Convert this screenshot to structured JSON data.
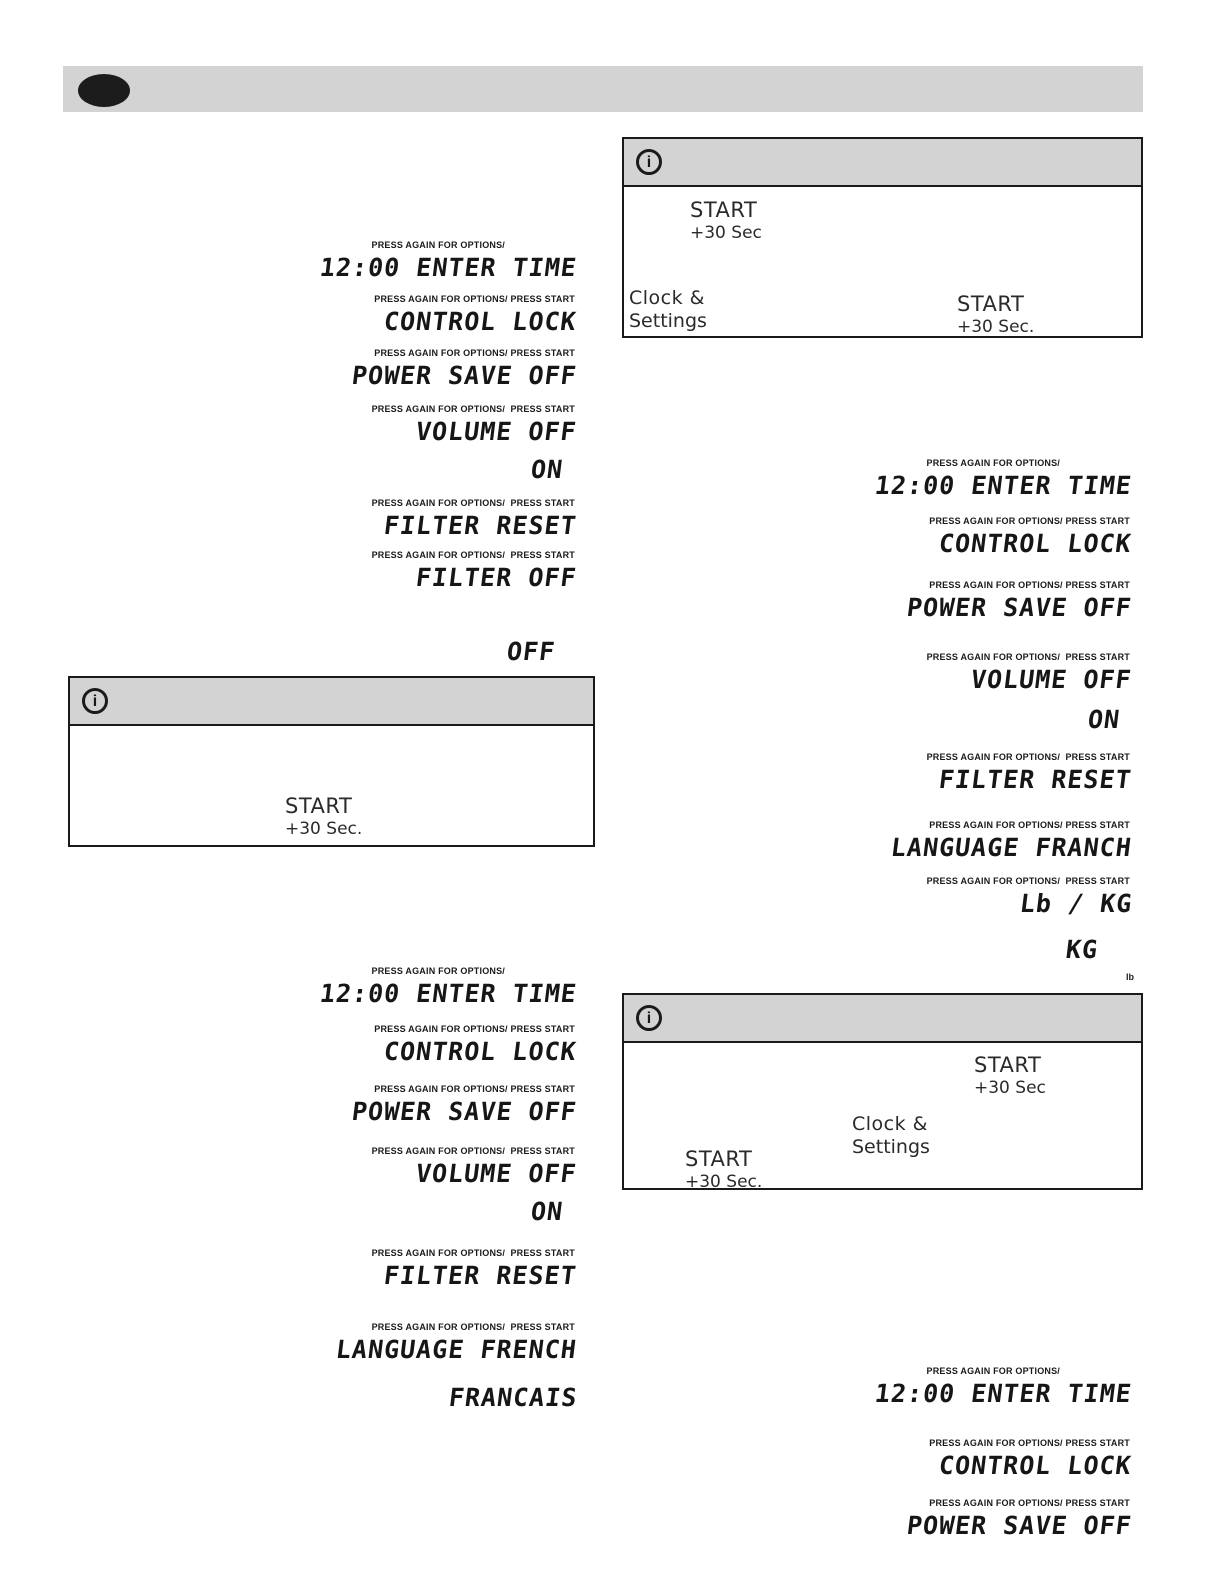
{
  "colors": {
    "header_bar": "#d3d3d3",
    "box_header": "#d3d3d3",
    "border": "#1a1a1a",
    "text": "#1a1a1a"
  },
  "info_boxes": {
    "top_right": {
      "icon": "i",
      "start_plus30": {
        "line1": "START",
        "line2": "+30 Sec"
      },
      "clock_settings": {
        "line1": "Clock &",
        "line2": "Settings"
      },
      "start_plus30_dot": {
        "line1": "START",
        "line2": "+30 Sec."
      }
    },
    "mid_left": {
      "icon": "i",
      "start_plus30_dot": {
        "line1": "START",
        "line2": "+30 Sec."
      }
    },
    "bottom_right": {
      "icon": "i",
      "start_plus30": {
        "line1": "START",
        "line2": "+30 Sec"
      },
      "clock_settings": {
        "line1": "Clock &",
        "line2": "Settings"
      },
      "start_plus30_dot": {
        "line1": "START",
        "line2": "+30 Sec."
      }
    }
  },
  "sequences": {
    "top_left": {
      "items": [
        {
          "caption": "PRESS AGAIN FOR OPTIONS/",
          "text": "12:00 ENTER TIME"
        },
        {
          "caption": "PRESS AGAIN FOR OPTIONS/ PRESS START",
          "text": "CONTROL LOCK"
        },
        {
          "caption": "PRESS AGAIN FOR OPTIONS/ PRESS START",
          "text": "POWER SAVE OFF"
        },
        {
          "caption": "PRESS AGAIN FOR OPTIONS/  PRESS START",
          "text": "VOLUME OFF",
          "sub": "ON"
        },
        {
          "caption": "PRESS AGAIN FOR OPTIONS/  PRESS START",
          "text": "FILTER RESET"
        },
        {
          "caption": "PRESS AGAIN FOR OPTIONS/  PRESS START",
          "text": "FILTER OFF"
        },
        {
          "text": "OFF"
        }
      ]
    },
    "right": {
      "items": [
        {
          "caption": "PRESS AGAIN FOR OPTIONS/",
          "text": "12:00 ENTER TIME"
        },
        {
          "caption": "PRESS AGAIN FOR OPTIONS/ PRESS START",
          "text": "CONTROL LOCK"
        },
        {
          "caption": "PRESS AGAIN FOR OPTIONS/ PRESS START",
          "text": "POWER SAVE OFF"
        },
        {
          "caption": "PRESS AGAIN FOR OPTIONS/  PRESS START",
          "text": "VOLUME OFF",
          "sub": "ON"
        },
        {
          "caption": "PRESS AGAIN FOR OPTIONS/  PRESS START",
          "text": "FILTER RESET"
        },
        {
          "caption": "PRESS AGAIN FOR OPTIONS/ PRESS START",
          "text": "LANGUAGE FRANCH"
        },
        {
          "caption": "PRESS AGAIN FOR OPTIONS/  PRESS START",
          "text": "Lb / KG",
          "sub": "KG",
          "footnote": "lb"
        }
      ]
    },
    "bottom_left": {
      "items": [
        {
          "caption": "PRESS AGAIN FOR OPTIONS/",
          "text": "12:00 ENTER TIME"
        },
        {
          "caption": "PRESS AGAIN FOR OPTIONS/ PRESS START",
          "text": "CONTROL LOCK"
        },
        {
          "caption": "PRESS AGAIN FOR OPTIONS/ PRESS START",
          "text": "POWER SAVE OFF"
        },
        {
          "caption": "PRESS AGAIN FOR OPTIONS/  PRESS START",
          "text": "VOLUME OFF",
          "sub": "ON"
        },
        {
          "caption": "PRESS AGAIN FOR OPTIONS/  PRESS START",
          "text": "FILTER RESET"
        },
        {
          "caption": "PRESS AGAIN FOR OPTIONS/  PRESS START",
          "text": "LANGUAGE FRENCH",
          "sub": "FRANCAIS"
        }
      ]
    },
    "bottom_right": {
      "items": [
        {
          "caption": "PRESS AGAIN FOR OPTIONS/",
          "text": "12:00 ENTER TIME"
        },
        {
          "caption": "PRESS AGAIN FOR OPTIONS/ PRESS START",
          "text": "CONTROL LOCK"
        },
        {
          "caption": "PRESS AGAIN FOR OPTIONS/ PRESS START",
          "text": "POWER SAVE OFF"
        }
      ]
    }
  }
}
